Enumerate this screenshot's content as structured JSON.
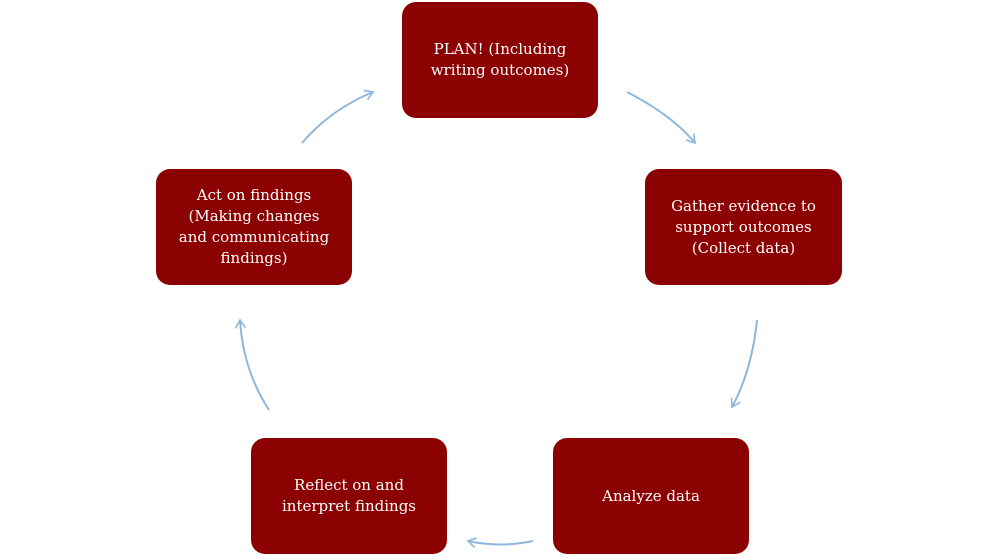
{
  "diagram": {
    "nodes": [
      {
        "id": "n1",
        "label": "PLAN! (Including\nwriting  outcomes)"
      },
      {
        "id": "n2",
        "label": "Gather evidence to\nsupport outcomes\n(Collect data)"
      },
      {
        "id": "n3",
        "label": "Analyze data"
      },
      {
        "id": "n4",
        "label": "Reflect on and\ninterpret findings"
      },
      {
        "id": "n5",
        "label": "Act on findings\n(Making changes\nand communicating\nfindings)"
      }
    ],
    "edges": [
      {
        "from": "n1",
        "to": "n2"
      },
      {
        "from": "n2",
        "to": "n3"
      },
      {
        "from": "n3",
        "to": "n4"
      },
      {
        "from": "n4",
        "to": "n5"
      },
      {
        "from": "n5",
        "to": "n1"
      }
    ],
    "colors": {
      "node_fill": "#8b0000",
      "node_text": "#ffffff",
      "arrow": "#8fb6dd"
    }
  }
}
